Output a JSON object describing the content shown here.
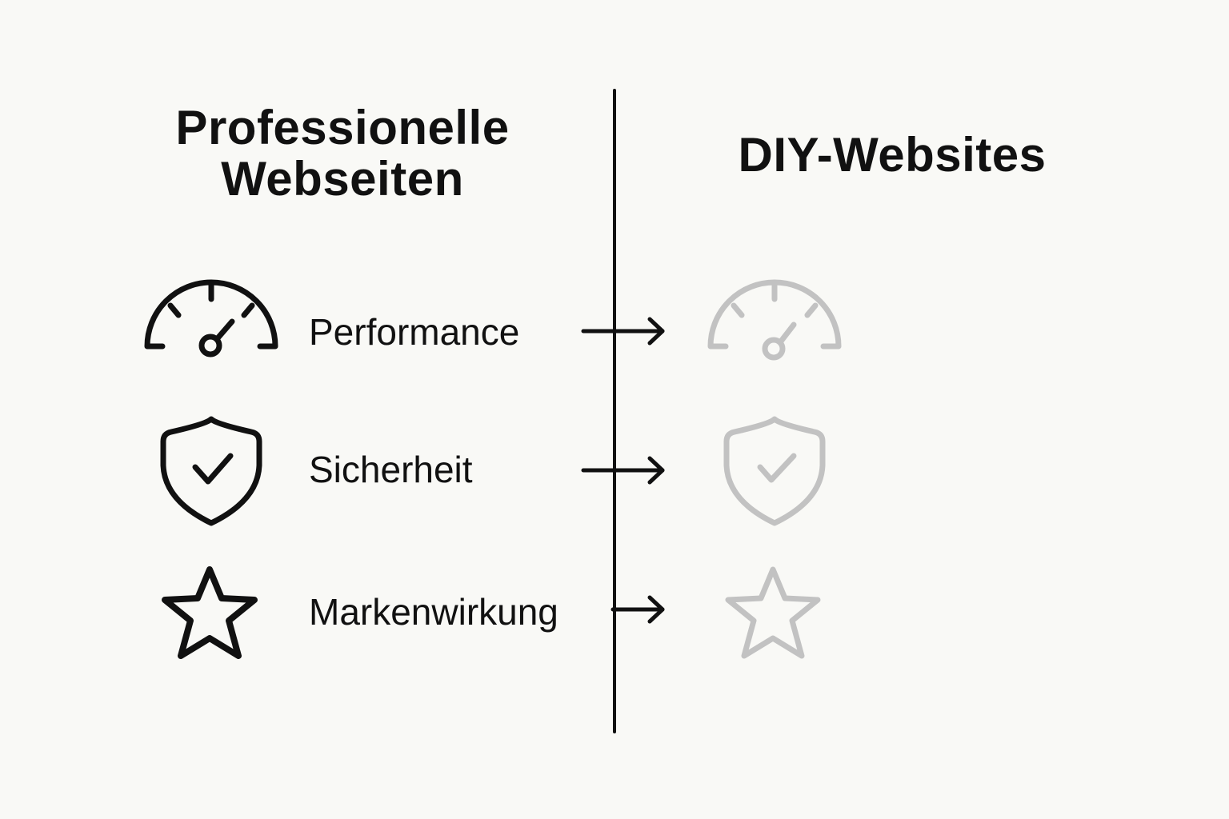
{
  "left_column": {
    "title_line1": "Professionelle",
    "title_line2": "Webseiten",
    "icon_color": "#111111"
  },
  "right_column": {
    "title": "DIY-Websites",
    "icon_color": "#c2c2c2"
  },
  "rows": [
    {
      "label": "Performance",
      "icon": "speedometer-icon"
    },
    {
      "label": "Sicherheit",
      "icon": "shield-check-icon"
    },
    {
      "label": "Markenwirkung",
      "icon": "star-icon"
    }
  ],
  "colors": {
    "background": "#f9f9f6",
    "text": "#111111",
    "muted_icon": "#c2c2c2"
  }
}
